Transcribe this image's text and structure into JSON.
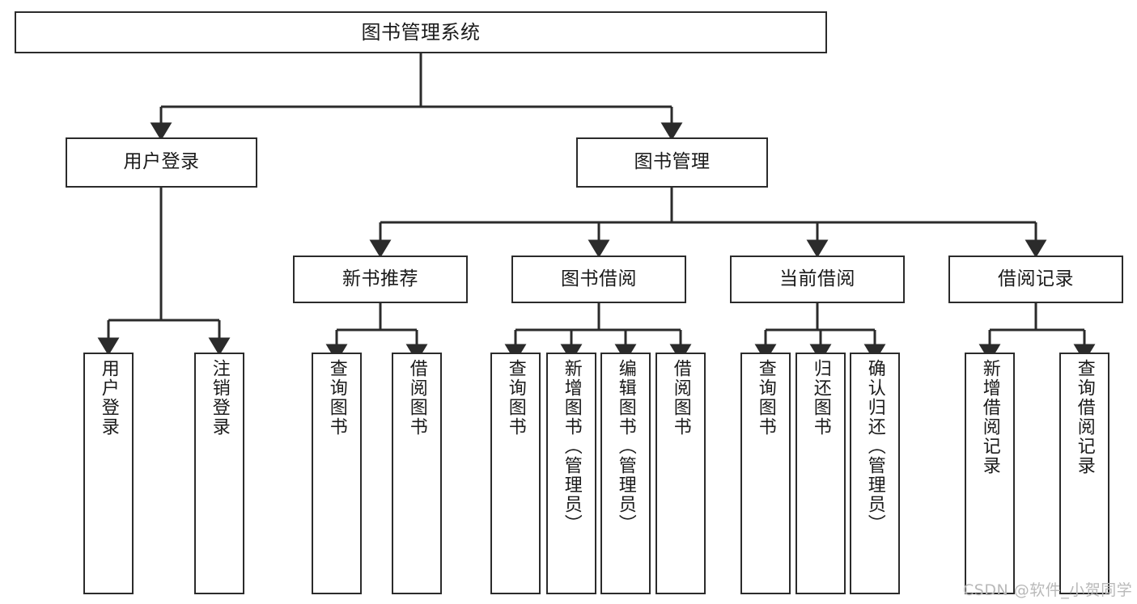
{
  "diagram": {
    "title": "图书管理系统",
    "type": "tree-hierarchy",
    "orientation": "top-down",
    "colors": {
      "box_border": "#2b2b2b",
      "box_fill": "#ffffff",
      "edge": "#2b2b2b",
      "text": "#1a1a1a",
      "background": "#ffffff",
      "watermark": "#b9b9b9"
    },
    "root": {
      "label": "图书管理系统"
    },
    "level2": [
      {
        "label": "用户登录"
      },
      {
        "label": "图书管理"
      }
    ],
    "level3": [
      {
        "label": "新书推荐"
      },
      {
        "label": "图书借阅"
      },
      {
        "label": "当前借阅"
      },
      {
        "label": "借阅记录"
      }
    ],
    "leaves": {
      "user_login": [
        {
          "label": "用户登录"
        },
        {
          "label": "注销登录"
        }
      ],
      "new_book_recommend": [
        {
          "label": "查询图书"
        },
        {
          "label": "借阅图书"
        }
      ],
      "book_borrow": [
        {
          "label": "查询图书"
        },
        {
          "label": "新增图书（管理员）"
        },
        {
          "label": "编辑图书（管理员）"
        },
        {
          "label": "借阅图书"
        }
      ],
      "current_borrow": [
        {
          "label": "查询图书"
        },
        {
          "label": "归还图书"
        },
        {
          "label": "确认归还（管理员）"
        }
      ],
      "borrow_record": [
        {
          "label": "新增借阅记录"
        },
        {
          "label": "查询借阅记录"
        }
      ]
    }
  },
  "watermark": {
    "text": "CSDN @软件_小贺同学"
  }
}
